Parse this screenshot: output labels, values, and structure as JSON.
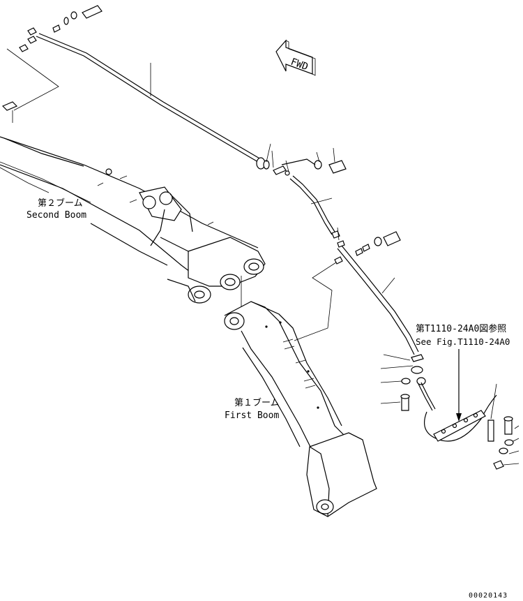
{
  "labels": {
    "second_boom_jp": "第２ブーム",
    "second_boom_en": "Second Boom",
    "first_boom_jp": "第１ブーム",
    "first_boom_en": "First Boom",
    "ref_jp": "第T1110-24A0図参照",
    "ref_en": "See Fig.T1110-24A0",
    "fwd": "FWD",
    "drawing_no": "00020143"
  }
}
